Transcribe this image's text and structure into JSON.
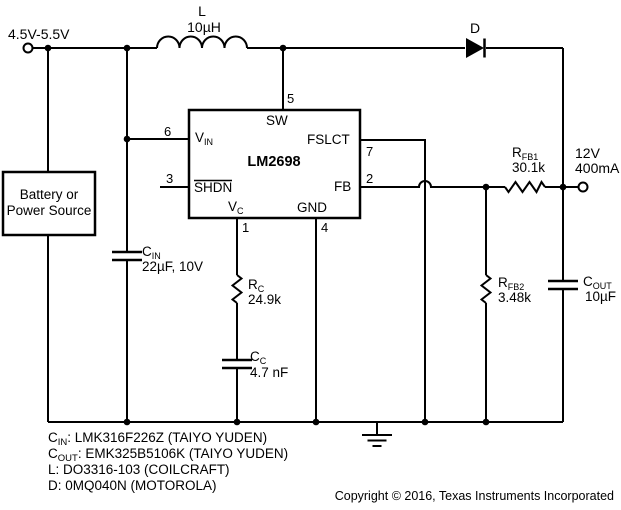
{
  "schematic": {
    "input_label": "4.5V-5.5V",
    "battery": {
      "line1": "Battery or",
      "line2": "Power Source"
    },
    "inductor": {
      "ref": "L",
      "value": "10µH"
    },
    "diode": {
      "ref": "D"
    },
    "output": {
      "voltage": "12V",
      "current": "400mA"
    },
    "ic": {
      "name": "LM2698",
      "pins": {
        "sw": {
          "num": "5",
          "name": "SW"
        },
        "vin": {
          "num": "6",
          "base": "V",
          "sub": "IN"
        },
        "shdn": {
          "num": "3",
          "name": "SHDN"
        },
        "vc": {
          "num": "1",
          "base": "V",
          "sub": "C"
        },
        "gnd": {
          "num": "4",
          "name": "GND"
        },
        "fslct": {
          "num": "7",
          "name": "FSLCT"
        },
        "fb": {
          "num": "2",
          "name": "FB"
        }
      }
    },
    "cin": {
      "base": "C",
      "sub": "IN",
      "value": "22µF, 10V"
    },
    "rc": {
      "base": "R",
      "sub": "C",
      "value": "24.9k"
    },
    "cc": {
      "base": "C",
      "sub": "C",
      "value": "4.7 nF"
    },
    "rfb1": {
      "base": "R",
      "sub": "FB1",
      "value": "30.1k"
    },
    "rfb2": {
      "base": "R",
      "sub": "FB2",
      "value": "3.48k"
    },
    "cout": {
      "base": "C",
      "sub": "OUT",
      "value": "10µF"
    }
  },
  "notes": {
    "cin": {
      "base": "C",
      "sub": "IN",
      "rest": ": LMK316F226Z (TAIYO YUDEN)"
    },
    "cout": {
      "base": "C",
      "sub": "OUT",
      "rest": ": EMK325B5106K (TAIYO YUDEN)"
    },
    "inductor": "L: DO3316-103 (COILCRAFT)",
    "diode": "D: 0MQ040N (MOTOROLA)"
  },
  "copyright": "Copyright © 2016, Texas Instruments Incorporated",
  "colors": {
    "ink": "#000000",
    "background": "#ffffff"
  }
}
